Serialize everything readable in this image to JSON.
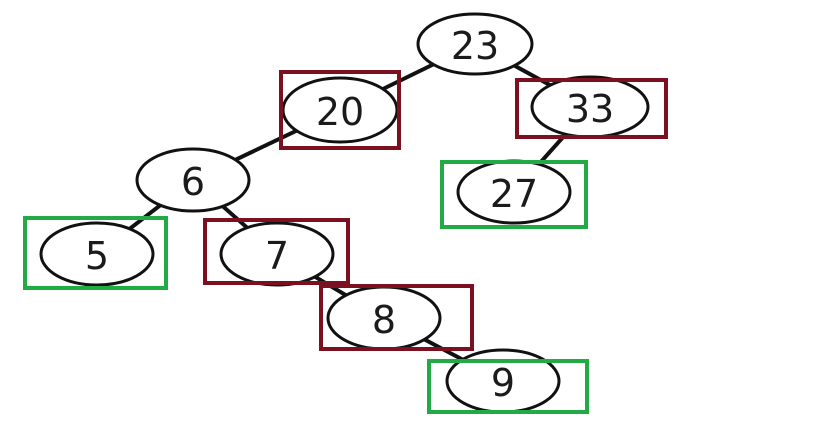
{
  "colors": {
    "red_box": "#7b1020",
    "green_box": "#22aa44",
    "edge": "#111111",
    "node_fill": "#ffffff"
  },
  "nodes": {
    "n23": "23",
    "n20": "20",
    "n33": "33",
    "n6": "6",
    "n27": "27",
    "n5": "5",
    "n7": "7",
    "n8": "8",
    "n9": "9"
  },
  "highlights": {
    "red": [
      "20",
      "33",
      "7",
      "8"
    ],
    "green": [
      "27",
      "5",
      "9"
    ]
  }
}
